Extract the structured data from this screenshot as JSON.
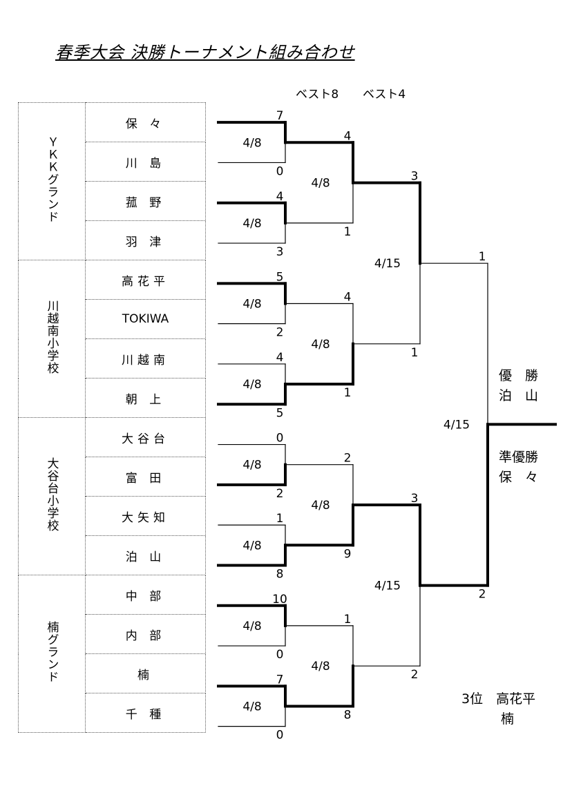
{
  "title": "春季大会  決勝トーナメント組み合わせ",
  "round_headers": [
    "ベスト8",
    "ベスト4"
  ],
  "venues": [
    "ＹＫＫグランド",
    "川越南小学校",
    "大谷台小学校",
    "楠グランド"
  ],
  "teams": [
    "保 々",
    "川 島",
    "菰 野",
    "羽 津",
    "高花平",
    "TOKIWA",
    "川越南",
    "朝 上",
    "大谷台",
    "富 田",
    "大矢知",
    "泊 山",
    "中 部",
    "内 部",
    "楠",
    "千 種"
  ],
  "round1": [
    {
      "date": "4/8",
      "top": "7",
      "bot": "0",
      "winner": "top"
    },
    {
      "date": "4/8",
      "top": "4",
      "bot": "3",
      "winner": "top"
    },
    {
      "date": "4/8",
      "top": "5",
      "bot": "2",
      "winner": "top"
    },
    {
      "date": "4/8",
      "top": "4",
      "bot": "5",
      "winner": "bot"
    },
    {
      "date": "4/8",
      "top": "0",
      "bot": "2",
      "winner": "bot"
    },
    {
      "date": "4/8",
      "top": "1",
      "bot": "8",
      "winner": "bot"
    },
    {
      "date": "4/8",
      "top": "10",
      "bot": "0",
      "winner": "top"
    },
    {
      "date": "4/8",
      "top": "7",
      "bot": "0",
      "winner": "top"
    }
  ],
  "round2": [
    {
      "date": "4/8",
      "top": "4",
      "bot": "1",
      "winner": "top"
    },
    {
      "date": "4/8",
      "top": "4",
      "bot": "1",
      "winner": "bot"
    },
    {
      "date": "4/8",
      "top": "2",
      "bot": "9",
      "winner": "bot"
    },
    {
      "date": "4/8",
      "top": "1",
      "bot": "8",
      "winner": "bot"
    }
  ],
  "round3": [
    {
      "date": "4/15",
      "top": "3",
      "bot": "1",
      "winner": "top"
    },
    {
      "date": "4/15",
      "top": "3",
      "bot": "2",
      "winner": "top"
    }
  ],
  "final": {
    "date": "4/15",
    "top": "1",
    "bot": "2",
    "winner": "bot"
  },
  "results": {
    "winner_label": "優　勝",
    "winner_team": "泊　山",
    "runner_up_label": "準優勝",
    "runner_up_team": "保　々",
    "third_label": "3位",
    "third_teams": [
      "高花平",
      "楠"
    ]
  }
}
